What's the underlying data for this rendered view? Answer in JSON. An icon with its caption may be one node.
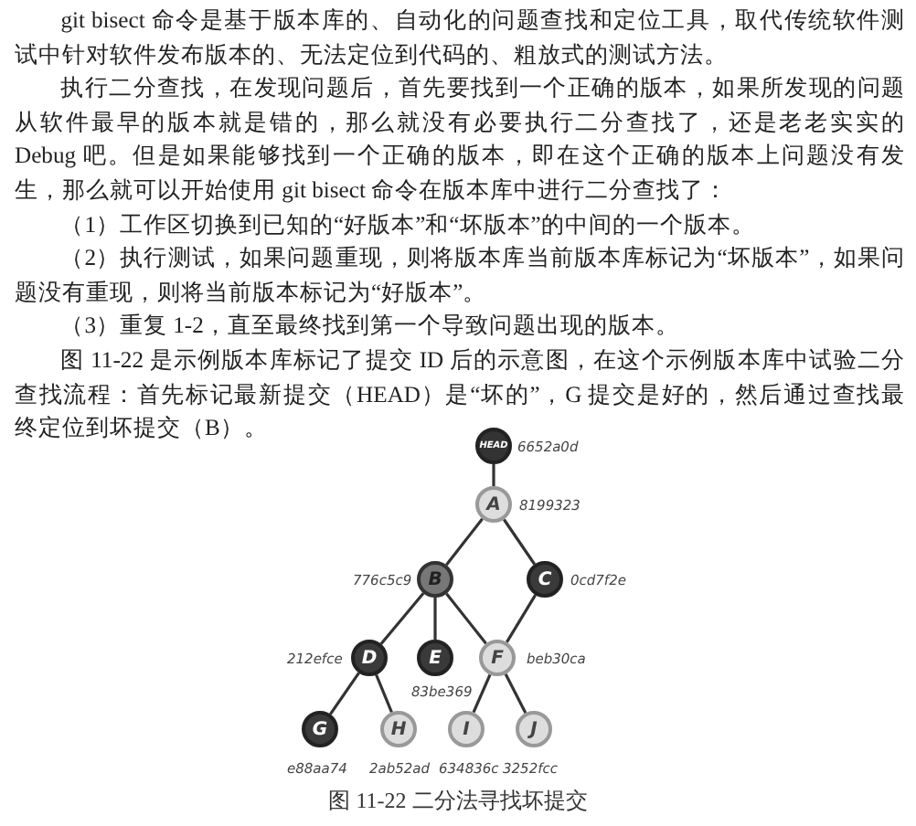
{
  "diagram": {
    "caption": "图 11-22 二分法寻找坏提交",
    "nodes": [
      {
        "text": [
          "HEAD"
        ],
        "beside": [
          "6652a0d"
        ]
      },
      {
        "text": [
          "A"
        ],
        "beside": [
          "8199323"
        ]
      },
      {
        "text": [
          "B"
        ],
        "beside": [
          "776c5c9"
        ]
      },
      {
        "text": [
          "C"
        ],
        "beside": [
          "0cd7f2e"
        ]
      },
      {
        "text": [
          "D"
        ],
        "beside": [
          "212efce"
        ]
      },
      {
        "text": [
          "E"
        ],
        "beside": [
          "83be369"
        ]
      },
      {
        "text": [
          "F"
        ],
        "beside": [
          "beb30ca"
        ]
      },
      {
        "text": [
          "G"
        ],
        "beside": [
          "e88aa74"
        ]
      },
      {
        "text": [
          "H"
        ],
        "beside": [
          "2ab52ad"
        ]
      },
      {
        "text": [
          "I"
        ],
        "beside": [
          "634836c"
        ]
      },
      {
        "text": [
          "J"
        ],
        "beside": [
          "3252fcc"
        ]
      }
    ],
    "edges": [
      {
        "from": 0,
        "to": 1,
        "arrow": "none"
      },
      {
        "from": 1,
        "to": 2,
        "arrow": "none"
      },
      {
        "from": 1,
        "to": 3,
        "arrow": "none"
      },
      {
        "from": 2,
        "to": 4,
        "arrow": "none"
      },
      {
        "from": 2,
        "to": 5,
        "arrow": "none"
      },
      {
        "from": 2,
        "to": 6,
        "arrow": "none"
      },
      {
        "from": 3,
        "to": 6,
        "arrow": "none"
      },
      {
        "from": 4,
        "to": 7,
        "arrow": "none"
      },
      {
        "from": 4,
        "to": 8,
        "arrow": "none"
      },
      {
        "from": 6,
        "to": 9,
        "arrow": "none"
      },
      {
        "from": 6,
        "to": 10,
        "arrow": "none"
      }
    ],
    "labels": [
      "git bisect 命令是基于版本库的、自动化的问题查找和定位工具，取代传统软件测试中针对软件发布版本的、无法定位到代码的、粗放式的测试方法。",
      "执行二分查找，在发现问题后，首先要找到一个正确的版本，如果所发现的问题从软件最早的版本就是错的，那么就没有必要执行二分查找了，还是老老实实的 Debug 吧。但是如果能够找到一个正确的版本，即在这个正确的版本上问题没有发生，那么就可以开始使用 git bisect 命令在版本库中进行二分查找了：",
      "（1）工作区切换到已知的“好版本”和“坏版本”的中间的一个版本。",
      "（2）执行测试，如果问题重现，则将版本库当前版本库标记为“坏版本”，如果问题没有重现，则将当前版本标记为“好版本”。",
      "（3）重复 1-2，直至最终找到第一个导致问题出现的版本。",
      "图 11-22 是示例版本库标记了提交 ID 后的示意图，在这个示例版本库中试验二分查找流程：首先标记最新提交（HEAD）是“坏的”，G 提交是好的，然后通过查找最终定位到坏提交（B）。"
    ]
  }
}
